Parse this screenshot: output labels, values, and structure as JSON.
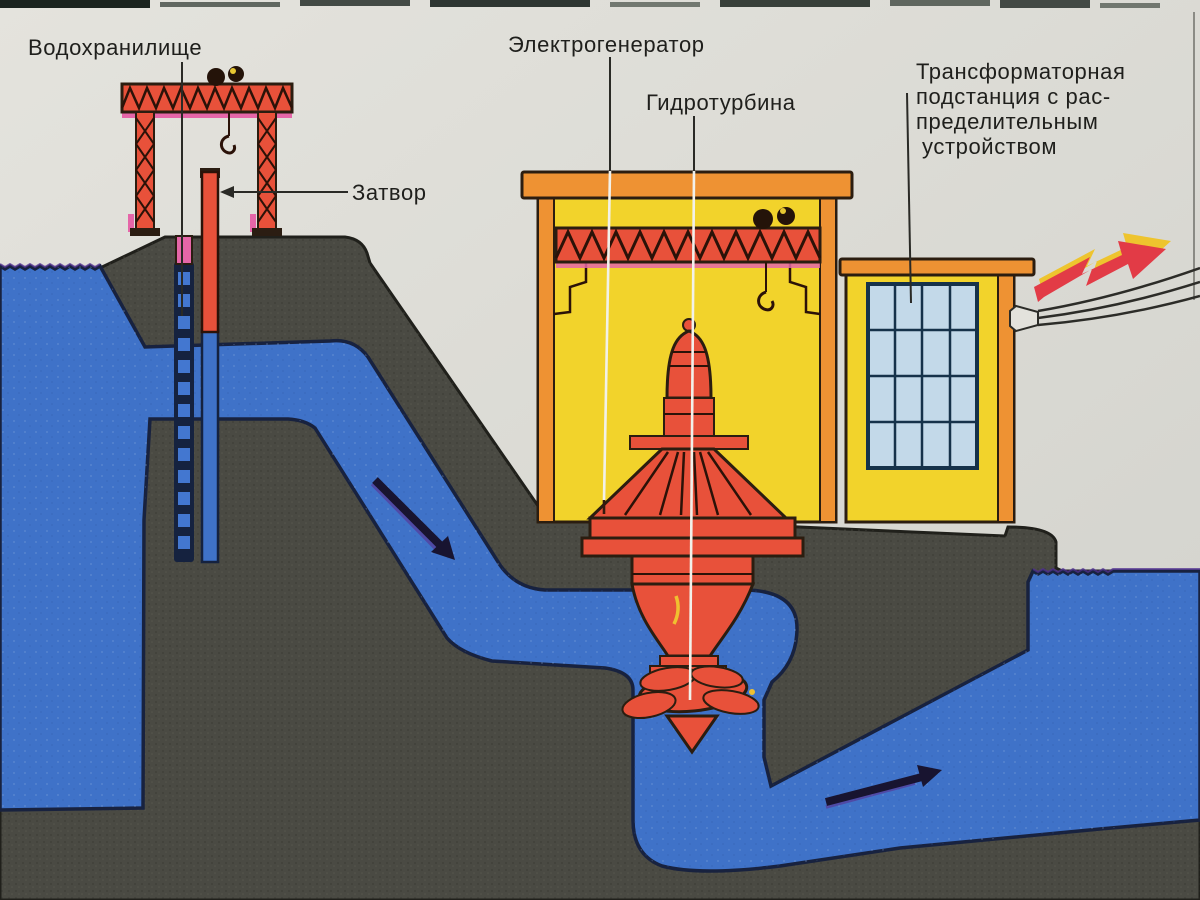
{
  "diagram": {
    "title_context": "hydroelectric-power-plant-cross-section",
    "labels": {
      "reservoir": "Водохранилище",
      "generator": "Электрогенератор",
      "turbine": "Гидротурбина",
      "gate": "Затвор",
      "transformer": [
        "Трансформаторная",
        "подстанция с рас-",
        "пределительным",
        "устройством"
      ]
    },
    "colors": {
      "paper": "#dcdbd5",
      "water": "#3f72c8",
      "water_outline": "#18223f",
      "dam": "#4a4a43",
      "building_yellow": "#f2d32b",
      "trim_orange": "#ee9233",
      "machine_red": "#e8513a",
      "window_blue": "#c3d9e9",
      "accent_pink": "#e566a8",
      "wave_purple": "#503090",
      "lightning_red": "#e23b46",
      "lightning_shadow": "#eec42e",
      "arrow_black": "#181430"
    }
  }
}
